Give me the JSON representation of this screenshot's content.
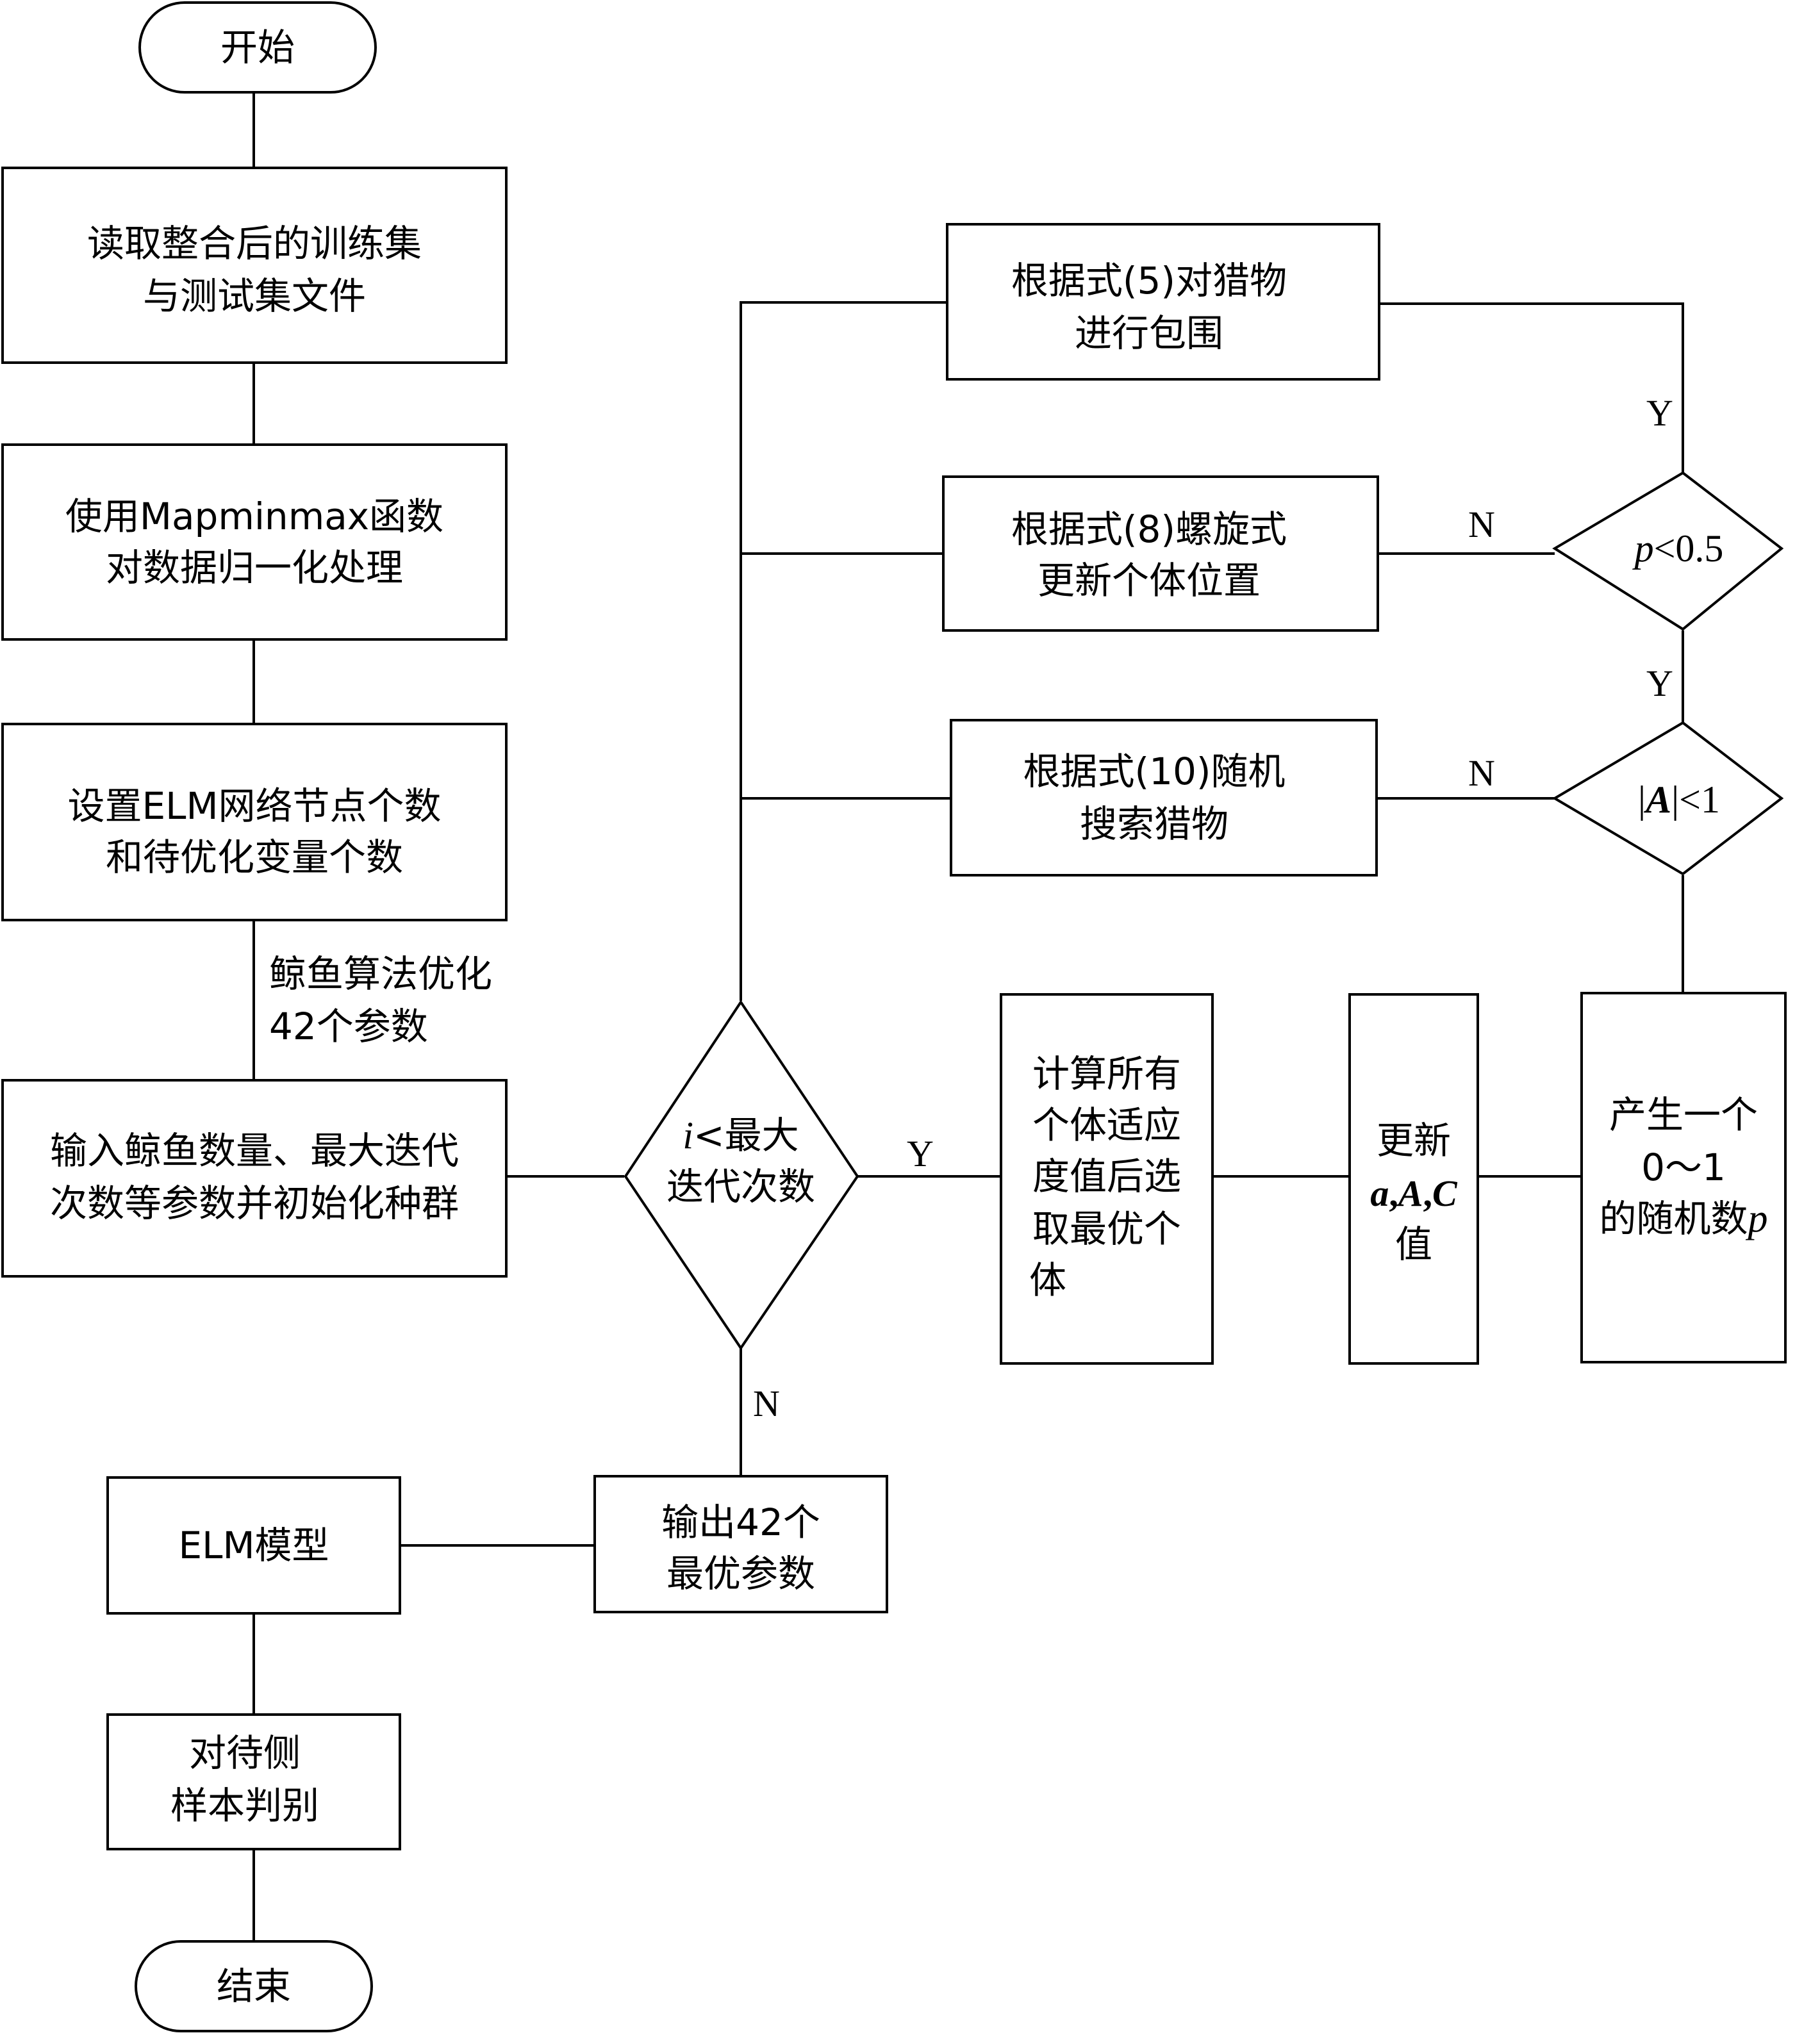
{
  "nodes": {
    "start": "开始",
    "read": [
      "读取整合后的训练集",
      "与测试集文件"
    ],
    "normalize": [
      "使用Mapminmax函数",
      "对数据归一化处理"
    ],
    "setup": [
      "设置ELM网络节点个数",
      "和待优化变量个数"
    ],
    "optimize_note": [
      "鲸鱼算法优化",
      "42个参数"
    ],
    "init": [
      "输入鲸鱼数量、最大迭代",
      "次数等参数并初始化种群"
    ],
    "cond_iter": {
      "var": "i",
      "rest": "<最大",
      "line2": "迭代次数"
    },
    "fitness": [
      "计算所有",
      "个体适应",
      "度值后选",
      "取最优个",
      "体"
    ],
    "update": {
      "line1": "更新",
      "vars": [
        "a",
        "A",
        "C"
      ],
      "line3": "值"
    },
    "random": {
      "line1": "产生一个",
      "line2": "0～1",
      "line3": "的随机数",
      "var": "p"
    },
    "cond_A": {
      "bar_left": "|",
      "var": "A",
      "rest": "|<1"
    },
    "cond_p": {
      "var": "p",
      "rest": "<0.5"
    },
    "encircle": [
      "根据式(5)对猎物",
      "进行包围"
    ],
    "spiral": [
      "根据式(8)螺旋式",
      "更新个体位置"
    ],
    "search": [
      "根据式(10)随机",
      "搜索猎物"
    ],
    "output": [
      "输出42个",
      "最优参数"
    ],
    "elm_model": "ELM模型",
    "judge": [
      "对待侧",
      "样本判别"
    ],
    "end": "结束"
  },
  "edge_labels": {
    "iter_yes": "Y",
    "iter_no": "N",
    "A_yes": "Y",
    "A_no": "N",
    "p_yes": "Y",
    "p_no": "N"
  }
}
